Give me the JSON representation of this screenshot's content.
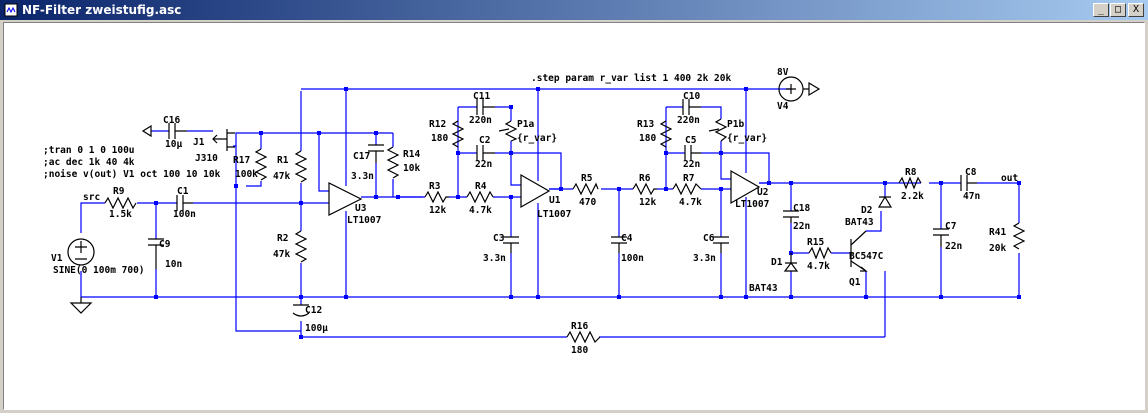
{
  "window": {
    "title": "NF-Filter zweistufig.asc",
    "buttons": {
      "minimize": "_",
      "maximize": "□",
      "close": "X"
    }
  },
  "directives": {
    "step": ".step param r_var list 1 400 2k 20k",
    "tran": ";tran 0 1 0 100u",
    "ac": ";ac dec 1k 40 4k",
    "noise": ";noise v(out) V1 oct 100 10 10k"
  },
  "nets": {
    "src": "src",
    "out": "out"
  },
  "components": {
    "V1": {
      "name": "V1",
      "value": "SINE(0 100m 700)"
    },
    "V4": {
      "name": "V4",
      "value": "8V"
    },
    "R9": {
      "name": "R9",
      "value": "1.5k"
    },
    "C1": {
      "name": "C1",
      "value": "100n"
    },
    "C9": {
      "name": "C9",
      "value": "10n"
    },
    "C16": {
      "name": "C16",
      "value": "10µ"
    },
    "J1": {
      "name": "J1",
      "value": "J310"
    },
    "R17": {
      "name": "R17",
      "value": "100k"
    },
    "R1": {
      "name": "R1",
      "value": "47k"
    },
    "R2": {
      "name": "R2",
      "value": "47k"
    },
    "C12": {
      "name": "C12",
      "value": "100µ"
    },
    "C17": {
      "name": "C17",
      "value": "3.3n"
    },
    "R14": {
      "name": "R14",
      "value": "10k"
    },
    "U3": {
      "name": "U3",
      "value": "LT1007"
    },
    "R3": {
      "name": "R3",
      "value": "12k"
    },
    "R12": {
      "name": "R12",
      "value": "180"
    },
    "C11": {
      "name": "C11",
      "value": "220n"
    },
    "P1a": {
      "name": "P1a",
      "value": "{r_var}"
    },
    "C2": {
      "name": "C2",
      "value": "22n"
    },
    "R4": {
      "name": "R4",
      "value": "4.7k"
    },
    "C3": {
      "name": "C3",
      "value": "3.3n"
    },
    "U1": {
      "name": "U1",
      "value": "LT1007"
    },
    "R5": {
      "name": "R5",
      "value": "470"
    },
    "C4": {
      "name": "C4",
      "value": "100n"
    },
    "R6": {
      "name": "R6",
      "value": "12k"
    },
    "R13": {
      "name": "R13",
      "value": "180"
    },
    "C10": {
      "name": "C10",
      "value": "220n"
    },
    "P1b": {
      "name": "P1b",
      "value": "{r_var}"
    },
    "C5": {
      "name": "C5",
      "value": "22n"
    },
    "R7": {
      "name": "R7",
      "value": "4.7k"
    },
    "C6": {
      "name": "C6",
      "value": "3.3n"
    },
    "U2": {
      "name": "U2",
      "value": "LT1007"
    },
    "C18": {
      "name": "C18",
      "value": "22n"
    },
    "R15": {
      "name": "R15",
      "value": "4.7k"
    },
    "D1": {
      "name": "D1",
      "value": "BAT43"
    },
    "D2": {
      "name": "D2",
      "value": "BAT43"
    },
    "Q1": {
      "name": "Q1",
      "value": "BC547C"
    },
    "R8": {
      "name": "R8",
      "value": "2.2k"
    },
    "C7": {
      "name": "C7",
      "value": "22n"
    },
    "C8": {
      "name": "C8",
      "value": "47n"
    },
    "R41": {
      "name": "R41",
      "value": "20k"
    },
    "R16": {
      "name": "R16",
      "value": "180"
    }
  }
}
